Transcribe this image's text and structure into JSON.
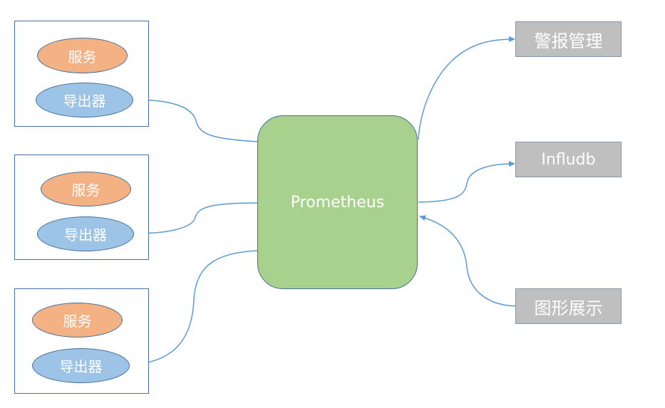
{
  "diagram": {
    "center": {
      "label": "Prometheus"
    },
    "groups": [
      {
        "service": "服务",
        "exporter": "导出器"
      },
      {
        "service": "服务",
        "exporter": "导出器"
      },
      {
        "service": "服务",
        "exporter": "导出器"
      }
    ],
    "outputs": [
      {
        "label": "警报管理"
      },
      {
        "label": "Infludb"
      },
      {
        "label": "图形展示"
      }
    ]
  },
  "colors": {
    "core_fill": "#a9d18e",
    "service_fill": "#f4b183",
    "exporter_fill": "#9dc3e6",
    "output_fill": "#bfbfbf",
    "connector": "#5b9bd5",
    "box_border": "#4a6fa5"
  }
}
